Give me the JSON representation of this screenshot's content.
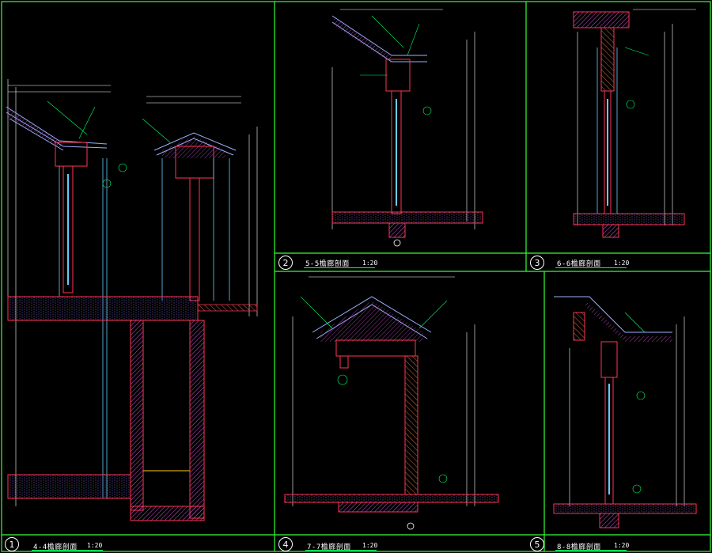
{
  "colors": {
    "background": "#000000",
    "frame": "#33ff33",
    "roof": "#9ab0ff",
    "wall": "#ff3355",
    "hatch": "#cc55cc",
    "dimension": "#ffffff",
    "leader": "#00ff66",
    "window": "#66ccff"
  },
  "panels": [
    {
      "number": "1",
      "title": "4-4檐廊剖面",
      "scale": "1:20"
    },
    {
      "number": "2",
      "title": "5-5檐廊剖面",
      "scale": "1:20"
    },
    {
      "number": "3",
      "title": "6-6檐廊剖面",
      "scale": "1:20"
    },
    {
      "number": "4",
      "title": "7-7檐廊剖面",
      "scale": "1:20"
    },
    {
      "number": "5",
      "title": "8-8檐廊剖面",
      "scale": "1:20"
    }
  ]
}
